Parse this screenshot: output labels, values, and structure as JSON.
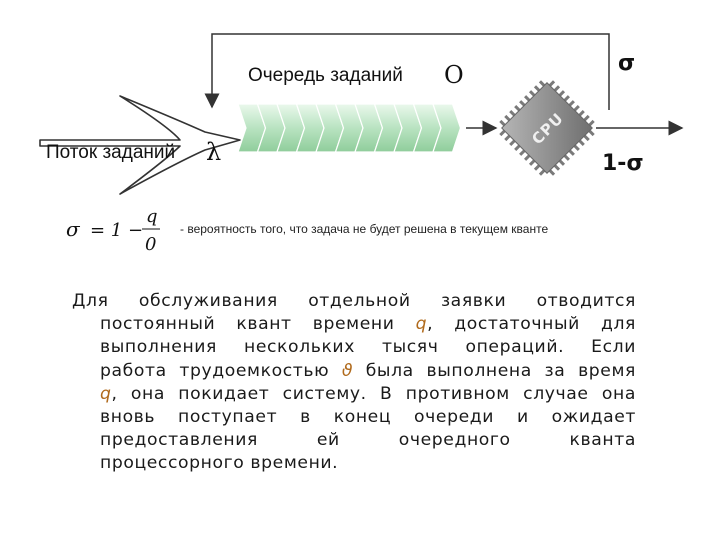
{
  "diagram": {
    "queue_label": "Очередь заданий",
    "queue_symbol": "Ο",
    "flow_label": "Поток заданий",
    "flow_symbol": "λ",
    "feedback_label": "σ",
    "exit_label": "1-σ",
    "processor_label": "CPU",
    "queue_cells": 11,
    "colors": {
      "queue_light": "#d8f1dc",
      "queue_dark": "#9dd3a8",
      "processor": "#8e8e8e",
      "line": "#333333"
    }
  },
  "formula": {
    "lhs": "σ",
    "equals": "= 1 −",
    "numerator": "q",
    "denominator": "0",
    "note": "- вероятность того, что  задача не будет решена в текущем кванте"
  },
  "paragraph": {
    "lines": [
      [
        {
          "t": "Для обслуживания отдельной заявки отводится"
        }
      ],
      [
        {
          "t": "постоянный квант времени "
        },
        {
          "t": "q",
          "hl": true
        },
        {
          "t": ", достаточный для"
        }
      ],
      [
        {
          "t": "выполнения нескольких тысяч операций. Если"
        }
      ],
      [
        {
          "t": "работа трудоемкостью "
        },
        {
          "t": "ϑ",
          "hl": true
        },
        {
          "t": " была выполнена за время"
        }
      ],
      [
        {
          "t": "q",
          "hl": true
        },
        {
          "t": ", она покидает систему. В противном случае она"
        }
      ],
      [
        {
          "t": "вновь поступает в конец очереди и ожидает"
        }
      ],
      [
        {
          "t": "предоставления ей очередного кванта"
        }
      ],
      [
        {
          "t": "процессорного времени."
        }
      ]
    ]
  }
}
